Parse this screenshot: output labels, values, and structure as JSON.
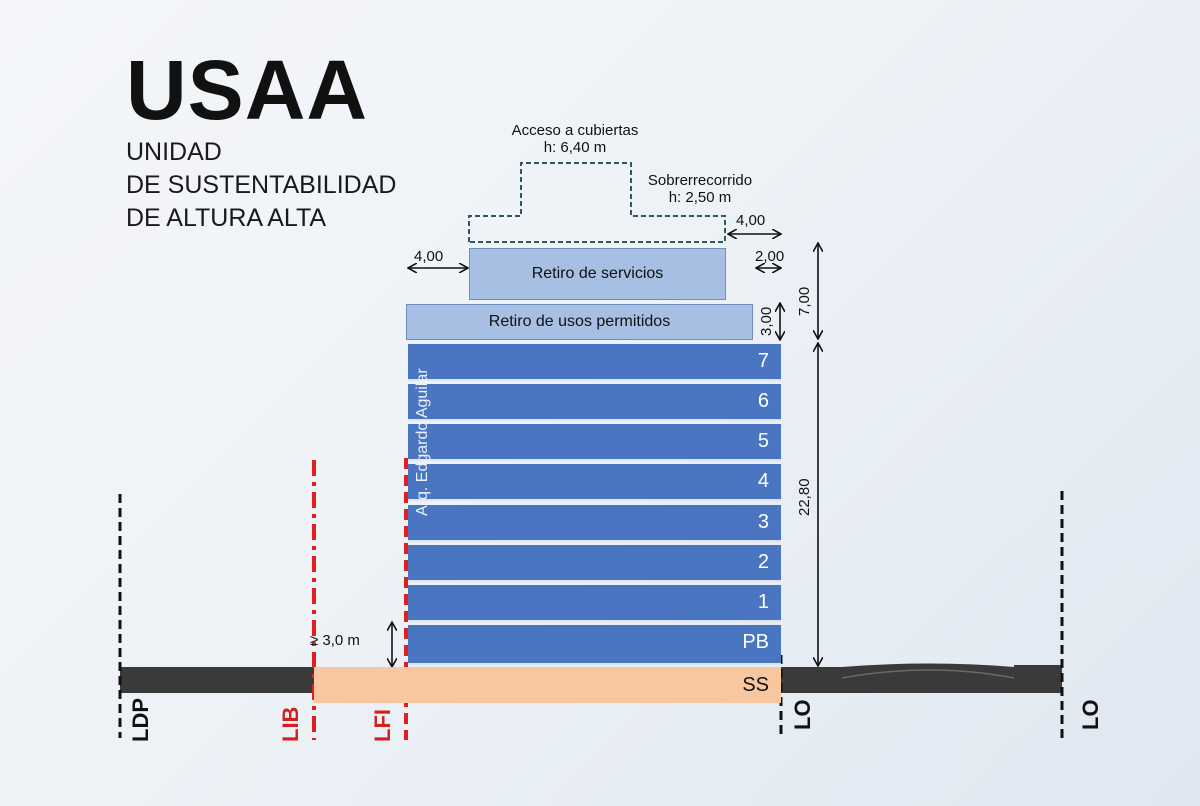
{
  "header": {
    "title": "USAA",
    "subtitle_lines": [
      "UNIDAD",
      "DE SUSTENTABILIDAD",
      "DE ALTURA ALTA"
    ]
  },
  "top_notes": {
    "acceso": [
      "Acceso a cubiertas",
      "h: 6,40 m"
    ],
    "sobrerrecorrido": [
      "Sobrerrecorrido",
      "h: 2,50 m"
    ]
  },
  "retiros": {
    "servicios": "Retiro de servicios",
    "usos": "Retiro de usos permitidos"
  },
  "floors": [
    "7",
    "6",
    "5",
    "4",
    "3",
    "2",
    "1",
    "PB"
  ],
  "basement": "SS",
  "dimensions": {
    "left_top": "4,00",
    "right_top": "4,00",
    "right_mid": "2,00",
    "usos_height": "3,00",
    "upper_height": "7,00",
    "building_height": "22,80",
    "ground_clearance": "≥ 3,0 m"
  },
  "author": "Arq. Edgardo Aguilar",
  "line_labels": {
    "ldp": "LDP",
    "lib": "LIB",
    "lfi": "LFI",
    "lo_left": "LO",
    "lo_right": "LO"
  },
  "colors": {
    "floor_blue": "#4a76c1",
    "retiro_blue": "#a6bfe3",
    "basement_peach": "#f9c79f",
    "ground_dark": "#3a3a3a",
    "line_red": "#e02020",
    "label_red": "#d51f1f"
  }
}
